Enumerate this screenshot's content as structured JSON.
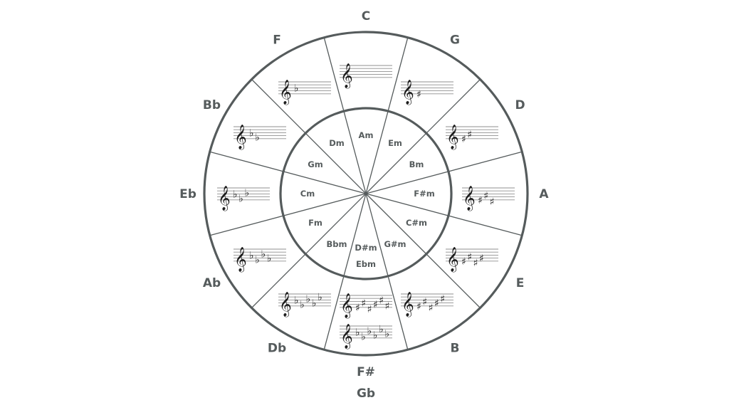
{
  "diagram": {
    "major_keys": [
      {
        "label": "C",
        "enharmonic": "",
        "accidental": "none",
        "count": 0
      },
      {
        "label": "G",
        "enharmonic": "",
        "accidental": "sharp",
        "count": 1
      },
      {
        "label": "D",
        "enharmonic": "",
        "accidental": "sharp",
        "count": 2
      },
      {
        "label": "A",
        "enharmonic": "",
        "accidental": "sharp",
        "count": 3
      },
      {
        "label": "E",
        "enharmonic": "",
        "accidental": "sharp",
        "count": 4
      },
      {
        "label": "B",
        "enharmonic": "",
        "accidental": "sharp",
        "count": 5
      },
      {
        "label": "F#",
        "enharmonic": "Gb",
        "accidental": "both",
        "count": 6
      },
      {
        "label": "Db",
        "enharmonic": "",
        "accidental": "flat",
        "count": 5
      },
      {
        "label": "Ab",
        "enharmonic": "",
        "accidental": "flat",
        "count": 4
      },
      {
        "label": "Eb",
        "enharmonic": "",
        "accidental": "flat",
        "count": 3
      },
      {
        "label": "Bb",
        "enharmonic": "",
        "accidental": "flat",
        "count": 2
      },
      {
        "label": "F",
        "enharmonic": "",
        "accidental": "flat",
        "count": 1
      }
    ],
    "minor_keys": [
      {
        "label": "Am",
        "label2": ""
      },
      {
        "label": "Em",
        "label2": ""
      },
      {
        "label": "Bm",
        "label2": ""
      },
      {
        "label": "F#m",
        "label2": ""
      },
      {
        "label": "C#m",
        "label2": ""
      },
      {
        "label": "G#m",
        "label2": ""
      },
      {
        "label": "D#m",
        "label2": "Ebm"
      },
      {
        "label": "Bbm",
        "label2": ""
      },
      {
        "label": "Fm",
        "label2": ""
      },
      {
        "label": "Cm",
        "label2": ""
      },
      {
        "label": "Gm",
        "label2": ""
      },
      {
        "label": "Dm",
        "label2": ""
      }
    ],
    "symbols": {
      "clef": "𝄞",
      "sharp": "♯",
      "flat": "♭"
    },
    "colors": {
      "ring": "#555b5c",
      "text": "#555b5c",
      "staff": "#8f8f8f",
      "notation": "#1c1c1c"
    }
  }
}
